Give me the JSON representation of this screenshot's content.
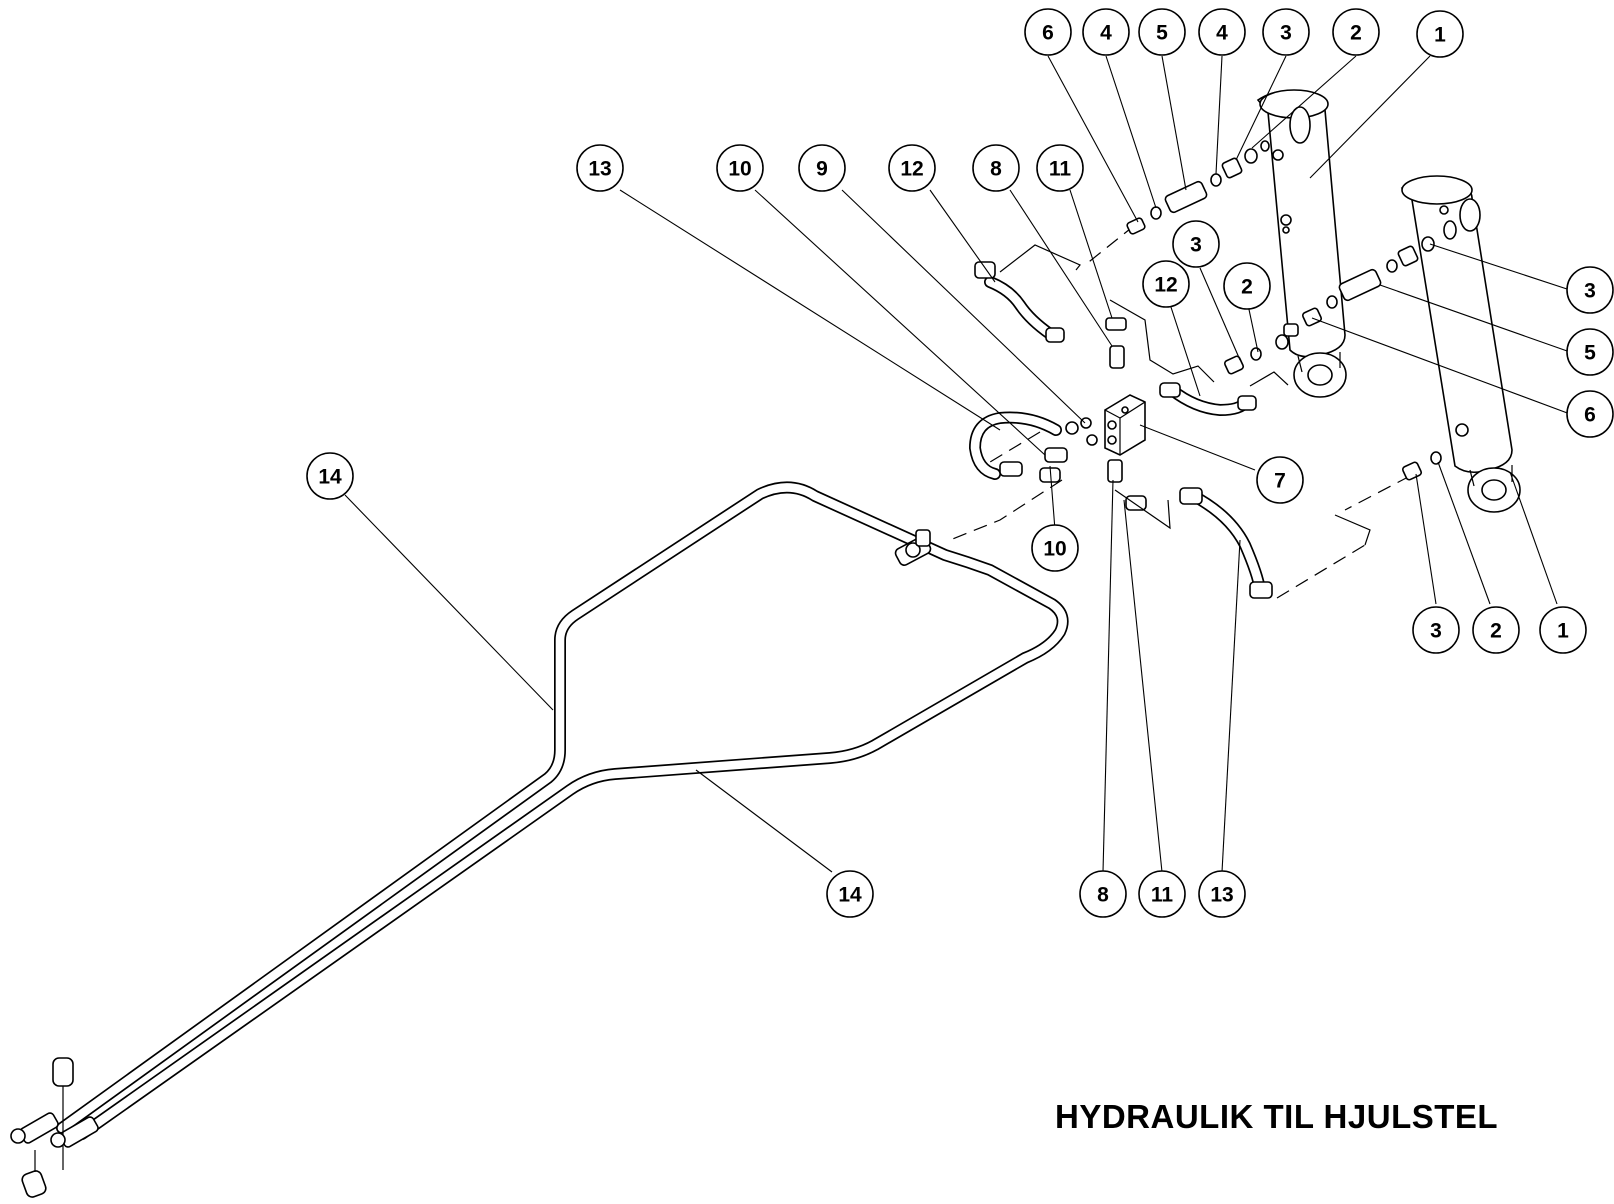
{
  "title": "HYDRAULIK TIL HJULSTEL",
  "callouts": [
    {
      "id": "c1",
      "label": "6"
    },
    {
      "id": "c2",
      "label": "4"
    },
    {
      "id": "c3",
      "label": "5"
    },
    {
      "id": "c4",
      "label": "4"
    },
    {
      "id": "c5",
      "label": "3"
    },
    {
      "id": "c6",
      "label": "2"
    },
    {
      "id": "c7",
      "label": "1"
    },
    {
      "id": "c8",
      "label": "13"
    },
    {
      "id": "c9",
      "label": "10"
    },
    {
      "id": "c10",
      "label": "9"
    },
    {
      "id": "c11",
      "label": "12"
    },
    {
      "id": "c12",
      "label": "8"
    },
    {
      "id": "c13",
      "label": "11"
    },
    {
      "id": "c14",
      "label": "3"
    },
    {
      "id": "c15",
      "label": "12"
    },
    {
      "id": "c16",
      "label": "2"
    },
    {
      "id": "c17",
      "label": "3"
    },
    {
      "id": "c18",
      "label": "5"
    },
    {
      "id": "c19",
      "label": "6"
    },
    {
      "id": "c20",
      "label": "7"
    },
    {
      "id": "c21",
      "label": "10"
    },
    {
      "id": "c22",
      "label": "14"
    },
    {
      "id": "c23",
      "label": "3"
    },
    {
      "id": "c24",
      "label": "2"
    },
    {
      "id": "c25",
      "label": "1"
    },
    {
      "id": "c26",
      "label": "14"
    },
    {
      "id": "c27",
      "label": "8"
    },
    {
      "id": "c28",
      "label": "11"
    },
    {
      "id": "c29",
      "label": "13"
    }
  ]
}
